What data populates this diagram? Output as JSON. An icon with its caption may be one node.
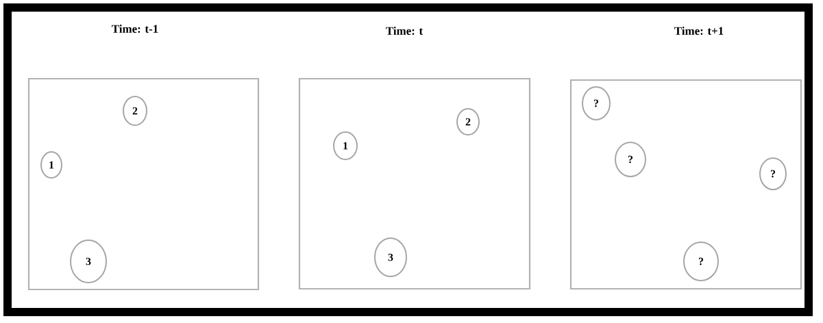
{
  "diagram": {
    "nodes": [
      {
        "text": [
          "Time: t-1"
        ]
      },
      {
        "text": [
          "2"
        ],
        "in": 0
      },
      {
        "text": [
          "1"
        ],
        "in": 0
      },
      {
        "text": [
          "3"
        ],
        "in": 0
      },
      {
        "text": [
          "Time: t"
        ]
      },
      {
        "text": [
          "2"
        ],
        "in": 4
      },
      {
        "text": [
          "1"
        ],
        "in": 4
      },
      {
        "text": [
          "3"
        ],
        "in": 4
      },
      {
        "text": [
          "Time: t+1"
        ]
      },
      {
        "text": [
          "?"
        ],
        "in": 8
      },
      {
        "text": [
          "?"
        ],
        "in": 8
      },
      {
        "text": [
          "?"
        ],
        "in": 8
      },
      {
        "text": [
          "?"
        ],
        "in": 8
      }
    ]
  }
}
